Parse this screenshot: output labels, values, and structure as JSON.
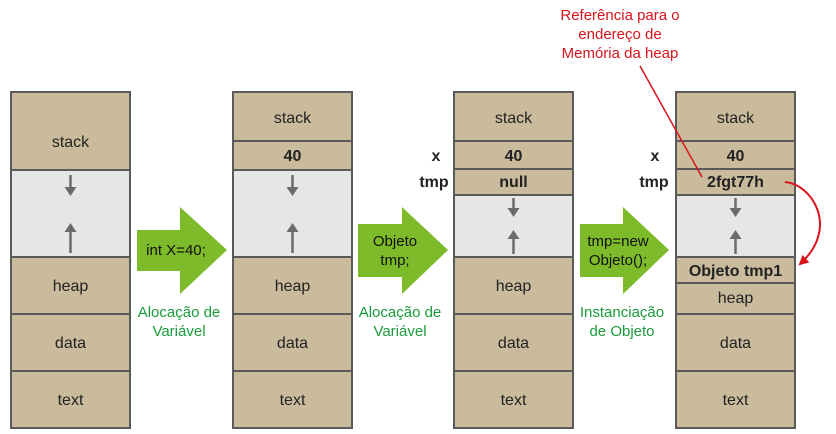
{
  "columns": [
    {
      "stack": "stack",
      "heap": "heap",
      "data": "data",
      "text": "text"
    },
    {
      "stack": "stack",
      "value_x": "40",
      "heap": "heap",
      "data": "data",
      "text": "text"
    },
    {
      "stack": "stack",
      "value_x": "40",
      "value_tmp": "null",
      "var_x": "x",
      "var_tmp": "tmp",
      "heap": "heap",
      "data": "data",
      "text": "text"
    },
    {
      "stack": "stack",
      "value_x": "40",
      "value_tmp": "2fgt77h",
      "var_x": "x",
      "var_tmp": "tmp",
      "heap_object": "Objeto tmp1",
      "heap": "heap",
      "data": "data",
      "text": "text"
    }
  ],
  "transitions": [
    {
      "code_line1": "int X=40;",
      "code_line2": "",
      "caption_line1": "Alocação de",
      "caption_line2": "Variável"
    },
    {
      "code_line1": "Objeto",
      "code_line2": "tmp;",
      "caption_line1": "Alocação de",
      "caption_line2": "Variável"
    },
    {
      "code_line1": "tmp=new",
      "code_line2": "Objeto();",
      "caption_line1": "Instanciação",
      "caption_line2": "de Objeto"
    }
  ],
  "annotation": {
    "line1": "Referência para o",
    "line2": "endereço de",
    "line3": "Memória da heap"
  },
  "colors": {
    "segment_fill": "#c9bb9c",
    "free_fill": "#e6e6e6",
    "border": "#5a5a5a",
    "arrow_green": "#7dbb2a",
    "caption_green": "#1a9b3a",
    "annotation_red": "#d8131b"
  }
}
